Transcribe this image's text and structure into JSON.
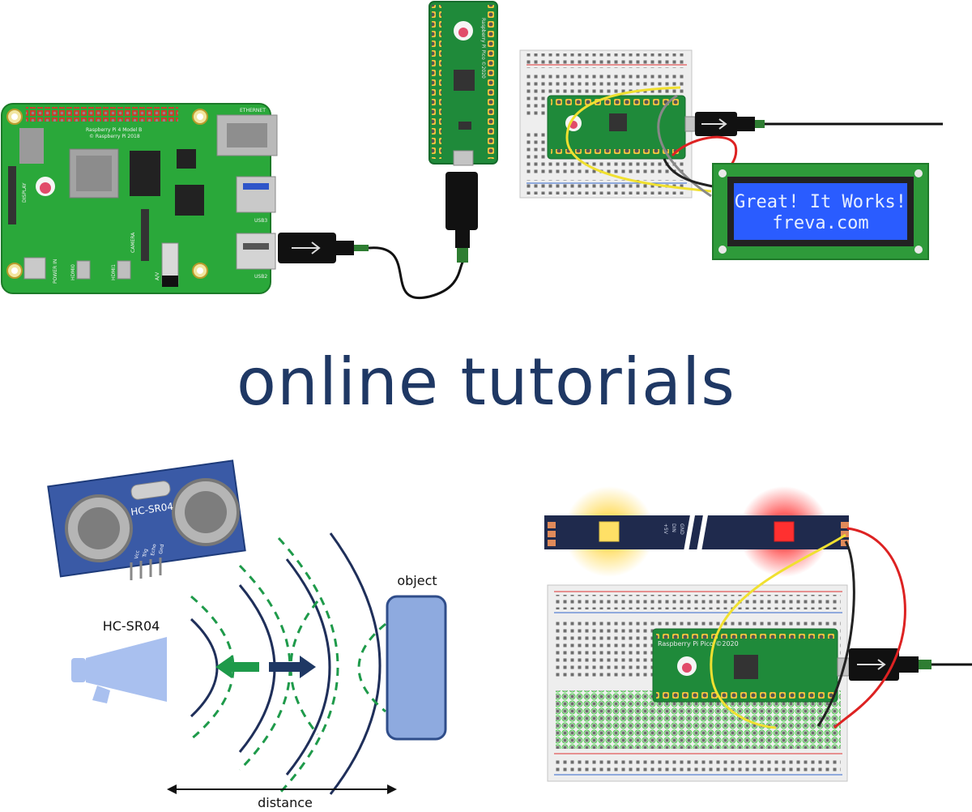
{
  "headline": "online tutorials",
  "top_left": {
    "board_name": "Raspberry Pi 4 Model B",
    "board_copyright": "© Raspberry Pi 2018",
    "ethernet_label": "ETHERNET",
    "display_label": "DISPLAY",
    "camera_label": "CAMERA",
    "usb3_label": "USB3",
    "usb2_label": "USB2",
    "power_label": "POWER IN",
    "hdmi0_label": "HDMI0",
    "hdmi1_label": "HDMI1",
    "av_label": "A/V"
  },
  "top_middle": {
    "pico_label": "Raspberry Pi Pico ©2020"
  },
  "top_right": {
    "lcd_line1": "Great! It Works!",
    "lcd_line2": "freva.com"
  },
  "bottom_left": {
    "sensor_label": "HC-SR04",
    "pin_labels": [
      "Vcc",
      "Trig",
      "Echo",
      "Gnd"
    ],
    "emitter_label": "HC-SR04",
    "object_label": "object",
    "distance_label": "distance"
  },
  "bottom_right": {
    "pico_label": "Raspberry Pi Pico ©2020",
    "strip_pad_labels": [
      "+5V",
      "DIN",
      "GND"
    ],
    "led_colors": [
      "#ffe066",
      "#ff3030"
    ]
  }
}
